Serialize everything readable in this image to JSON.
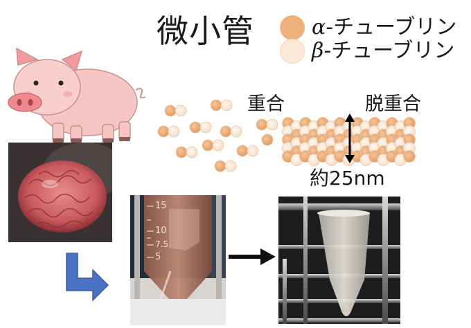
{
  "title": "微小管",
  "legend": {
    "alpha": {
      "symbol": "α",
      "text": "-チューブリン",
      "color": "#eeb07d"
    },
    "beta": {
      "symbol": "β",
      "text": "-チューブリン",
      "color": "#fbe8d6"
    }
  },
  "labels": {
    "polymerization": "重合",
    "depolymerization": "脱重合",
    "diameter": "約25nm"
  },
  "tube_scale": [
    "15",
    "10",
    "7.5",
    "5"
  ],
  "icons": {
    "pig": "pig-illustration",
    "brain": "pig-brain-photo",
    "tube": "conical-tube-photo",
    "pellet": "microtube-pellet-photo",
    "process_arrow": "right-arrow",
    "flow_arrow": "elbow-arrow"
  }
}
